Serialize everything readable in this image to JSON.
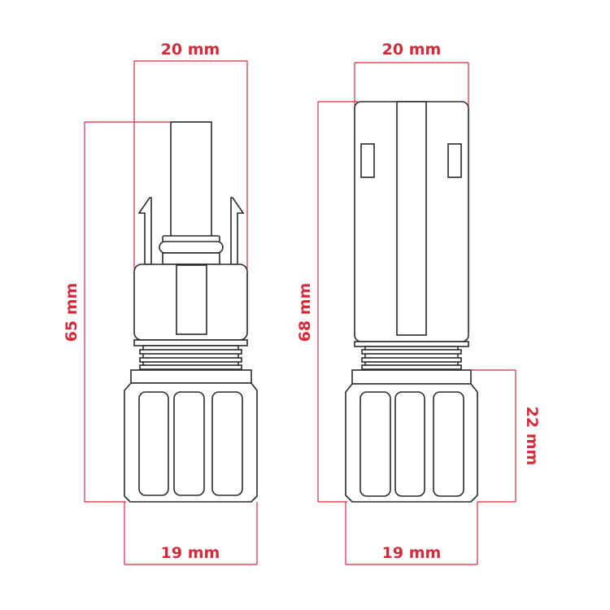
{
  "colors": {
    "dimension": "#d42b3b",
    "outline": "#2a2a2a"
  },
  "left_connector": {
    "width_top": "20 mm",
    "height": "65 mm",
    "width_bottom": "19 mm"
  },
  "right_connector": {
    "width_top": "20 mm",
    "height": "68 mm",
    "nut_height": "22 mm",
    "width_bottom": "19 mm"
  }
}
